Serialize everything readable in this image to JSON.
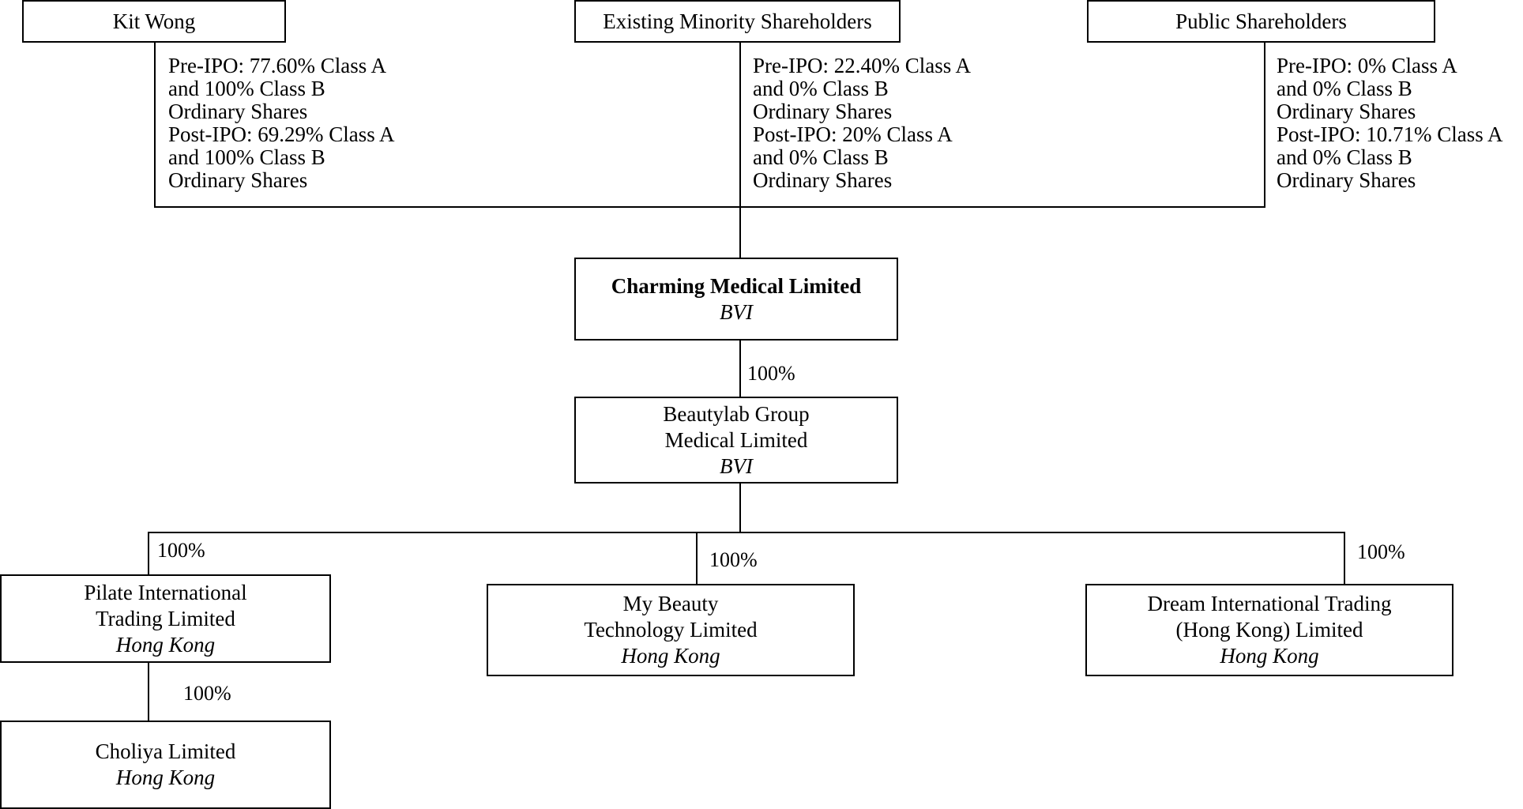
{
  "shareholders": {
    "kit_wong": {
      "name": "Kit Wong",
      "note": "Pre-IPO: 77.60% Class A\nand 100% Class B\nOrdinary Shares\nPost-IPO: 69.29% Class A\nand 100% Class B\nOrdinary Shares"
    },
    "existing_minority": {
      "name": "Existing Minority Shareholders",
      "note": "Pre-IPO: 22.40% Class A\nand 0% Class B\nOrdinary Shares\nPost-IPO: 20% Class A\nand 0% Class B\nOrdinary Shares"
    },
    "public": {
      "name": "Public Shareholders",
      "note": "Pre-IPO: 0% Class A\nand 0% Class B\nOrdinary Shares\nPost-IPO: 10.71% Class A\nand 0% Class B\nOrdinary Shares"
    }
  },
  "entities": {
    "charming": {
      "name": "Charming Medical Limited",
      "jurisdiction": "BVI"
    },
    "beautylab": {
      "name_line1": "Beautylab Group",
      "name_line2": "Medical Limited",
      "jurisdiction": "BVI"
    },
    "pilate": {
      "name_line1": "Pilate International",
      "name_line2": "Trading Limited",
      "jurisdiction": "Hong Kong"
    },
    "my_beauty": {
      "name_line1": "My Beauty",
      "name_line2": "Technology Limited",
      "jurisdiction": "Hong Kong"
    },
    "dream": {
      "name_line1": "Dream International Trading",
      "name_line2": "(Hong Kong) Limited",
      "jurisdiction": "Hong Kong"
    },
    "choliya": {
      "name": "Choliya Limited",
      "jurisdiction": "Hong Kong"
    }
  },
  "ownership": {
    "charming_to_beautylab": "100%",
    "beautylab_to_pilate": "100%",
    "beautylab_to_my_beauty": "100%",
    "beautylab_to_dream": "100%",
    "pilate_to_choliya": "100%"
  }
}
